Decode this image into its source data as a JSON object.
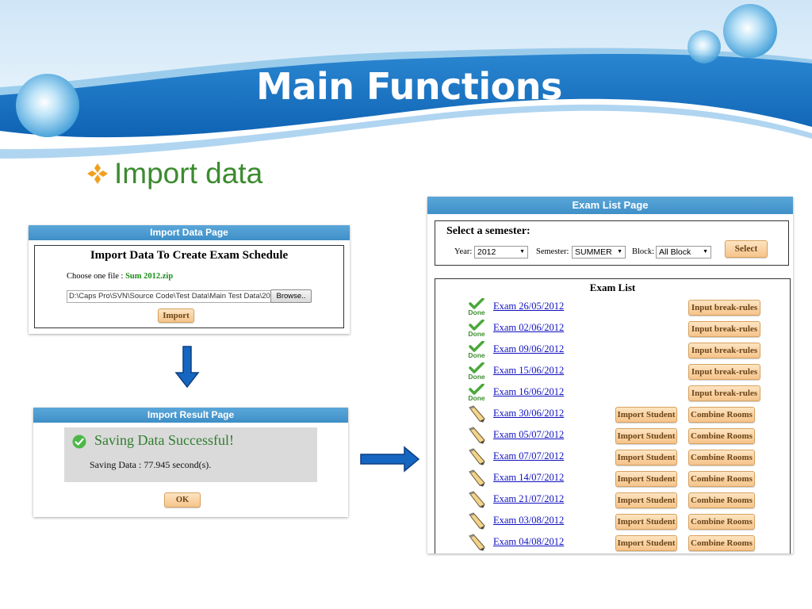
{
  "slide": {
    "title": "Main Functions",
    "bullet": "Import data"
  },
  "import_page": {
    "header": "Import Data Page",
    "title": "Import Data To Create Exam Schedule",
    "choose_label": "Choose one file :",
    "chosen_file": "Sum 2012.zip",
    "path_value": "D:\\Caps Pro\\SVN\\Source Code\\Test Data\\Main Test Data\\20",
    "browse_label": "Browse..",
    "import_label": "Import"
  },
  "result_page": {
    "header": "Import Result Page",
    "success": "Saving Data Successful!",
    "detail": "Saving Data : 77.945 second(s).",
    "ok_label": "OK"
  },
  "exam_page": {
    "header": "Exam List Page",
    "select_title": "Select a semester:",
    "year_label": "Year:",
    "year_value": "2012",
    "semester_label": "Semester:",
    "semester_value": "SUMMER",
    "block_label": "Block:",
    "block_value": "All Block",
    "select_label": "Select",
    "list_title": "Exam List",
    "done_text": "Done",
    "exams": [
      {
        "label": "Exam 26/05/2012",
        "status": "done",
        "actions": [
          "Input break-rules"
        ]
      },
      {
        "label": "Exam 02/06/2012",
        "status": "done",
        "actions": [
          "Input break-rules"
        ]
      },
      {
        "label": "Exam 09/06/2012",
        "status": "done",
        "actions": [
          "Input break-rules"
        ]
      },
      {
        "label": "Exam 15/06/2012",
        "status": "done",
        "actions": [
          "Input break-rules"
        ]
      },
      {
        "label": "Exam 16/06/2012",
        "status": "done",
        "actions": [
          "Input break-rules"
        ]
      },
      {
        "label": "Exam 30/06/2012",
        "status": "edit",
        "actions": [
          "Import Student",
          "Combine Rooms"
        ]
      },
      {
        "label": "Exam 05/07/2012",
        "status": "edit",
        "actions": [
          "Import Student",
          "Combine Rooms"
        ]
      },
      {
        "label": "Exam 07/07/2012",
        "status": "edit",
        "actions": [
          "Import Student",
          "Combine Rooms"
        ]
      },
      {
        "label": "Exam 14/07/2012",
        "status": "edit",
        "actions": [
          "Import Student",
          "Combine Rooms"
        ]
      },
      {
        "label": "Exam 21/07/2012",
        "status": "edit",
        "actions": [
          "Import Student",
          "Combine Rooms"
        ]
      },
      {
        "label": "Exam 03/08/2012",
        "status": "edit",
        "actions": [
          "Import Student",
          "Combine Rooms"
        ]
      },
      {
        "label": "Exam 04/08/2012",
        "status": "edit",
        "actions": [
          "Import Student",
          "Combine Rooms"
        ]
      }
    ]
  },
  "icons": {
    "bullet": "diamond-bullet-icon",
    "done": "done-check-icon",
    "edit": "pencil-icon",
    "success": "check-circle-icon"
  },
  "colors": {
    "banner": "#1a75c4",
    "bullet_text": "#3c8b2f",
    "panel_header": "#4a9ad2",
    "button": "#f6c48a",
    "success": "#2f7d2f",
    "link": "#1010c0"
  }
}
